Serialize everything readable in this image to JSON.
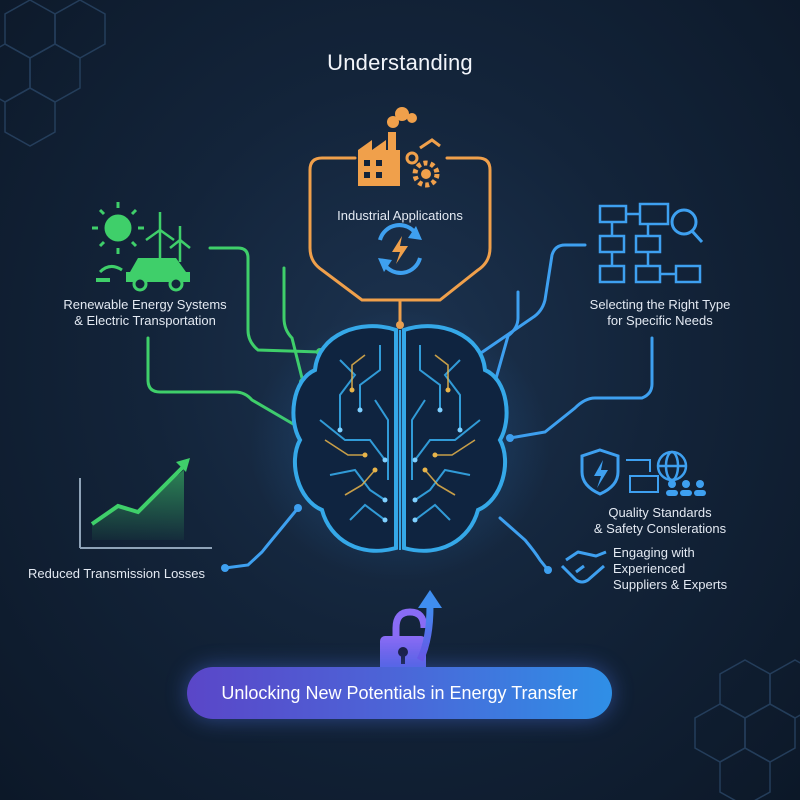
{
  "header": {
    "title": "Understanding"
  },
  "nodes": {
    "industrial": "Industrial Applications",
    "renewable": [
      "Renewable Energy Systems",
      "& Electric Transportation"
    ],
    "selecting": [
      "Selecting the Right Type",
      "for Specific Needs"
    ],
    "quality": [
      "Quality Standards",
      "& Safety Conslerations"
    ],
    "engaging": [
      "Engaging with",
      "Experienced",
      "Suppliers & Experts"
    ],
    "reduced": "Reduced Transmission Losses"
  },
  "footer": {
    "banner": "Unlocking New Potentials in Energy Transfer"
  },
  "colors": {
    "background": "#13243a",
    "green": "#3fcf6a",
    "orange": "#f0a04b",
    "blue": "#3ea0f0",
    "brain": "#35a8e8",
    "accent_gold": "#e8b44a",
    "purple": "#7a5cf0"
  },
  "icons": [
    "sun-icon",
    "wind-turbine-icon",
    "electric-car-icon",
    "factory-icon",
    "gear-icon",
    "recycle-bolt-icon",
    "flowchart-icon",
    "magnifier-icon",
    "shield-bolt-icon",
    "globe-icon",
    "team-icon",
    "handshake-icon",
    "growth-chart-icon",
    "unlocked-padlock-icon",
    "brain-circuit-icon"
  ]
}
